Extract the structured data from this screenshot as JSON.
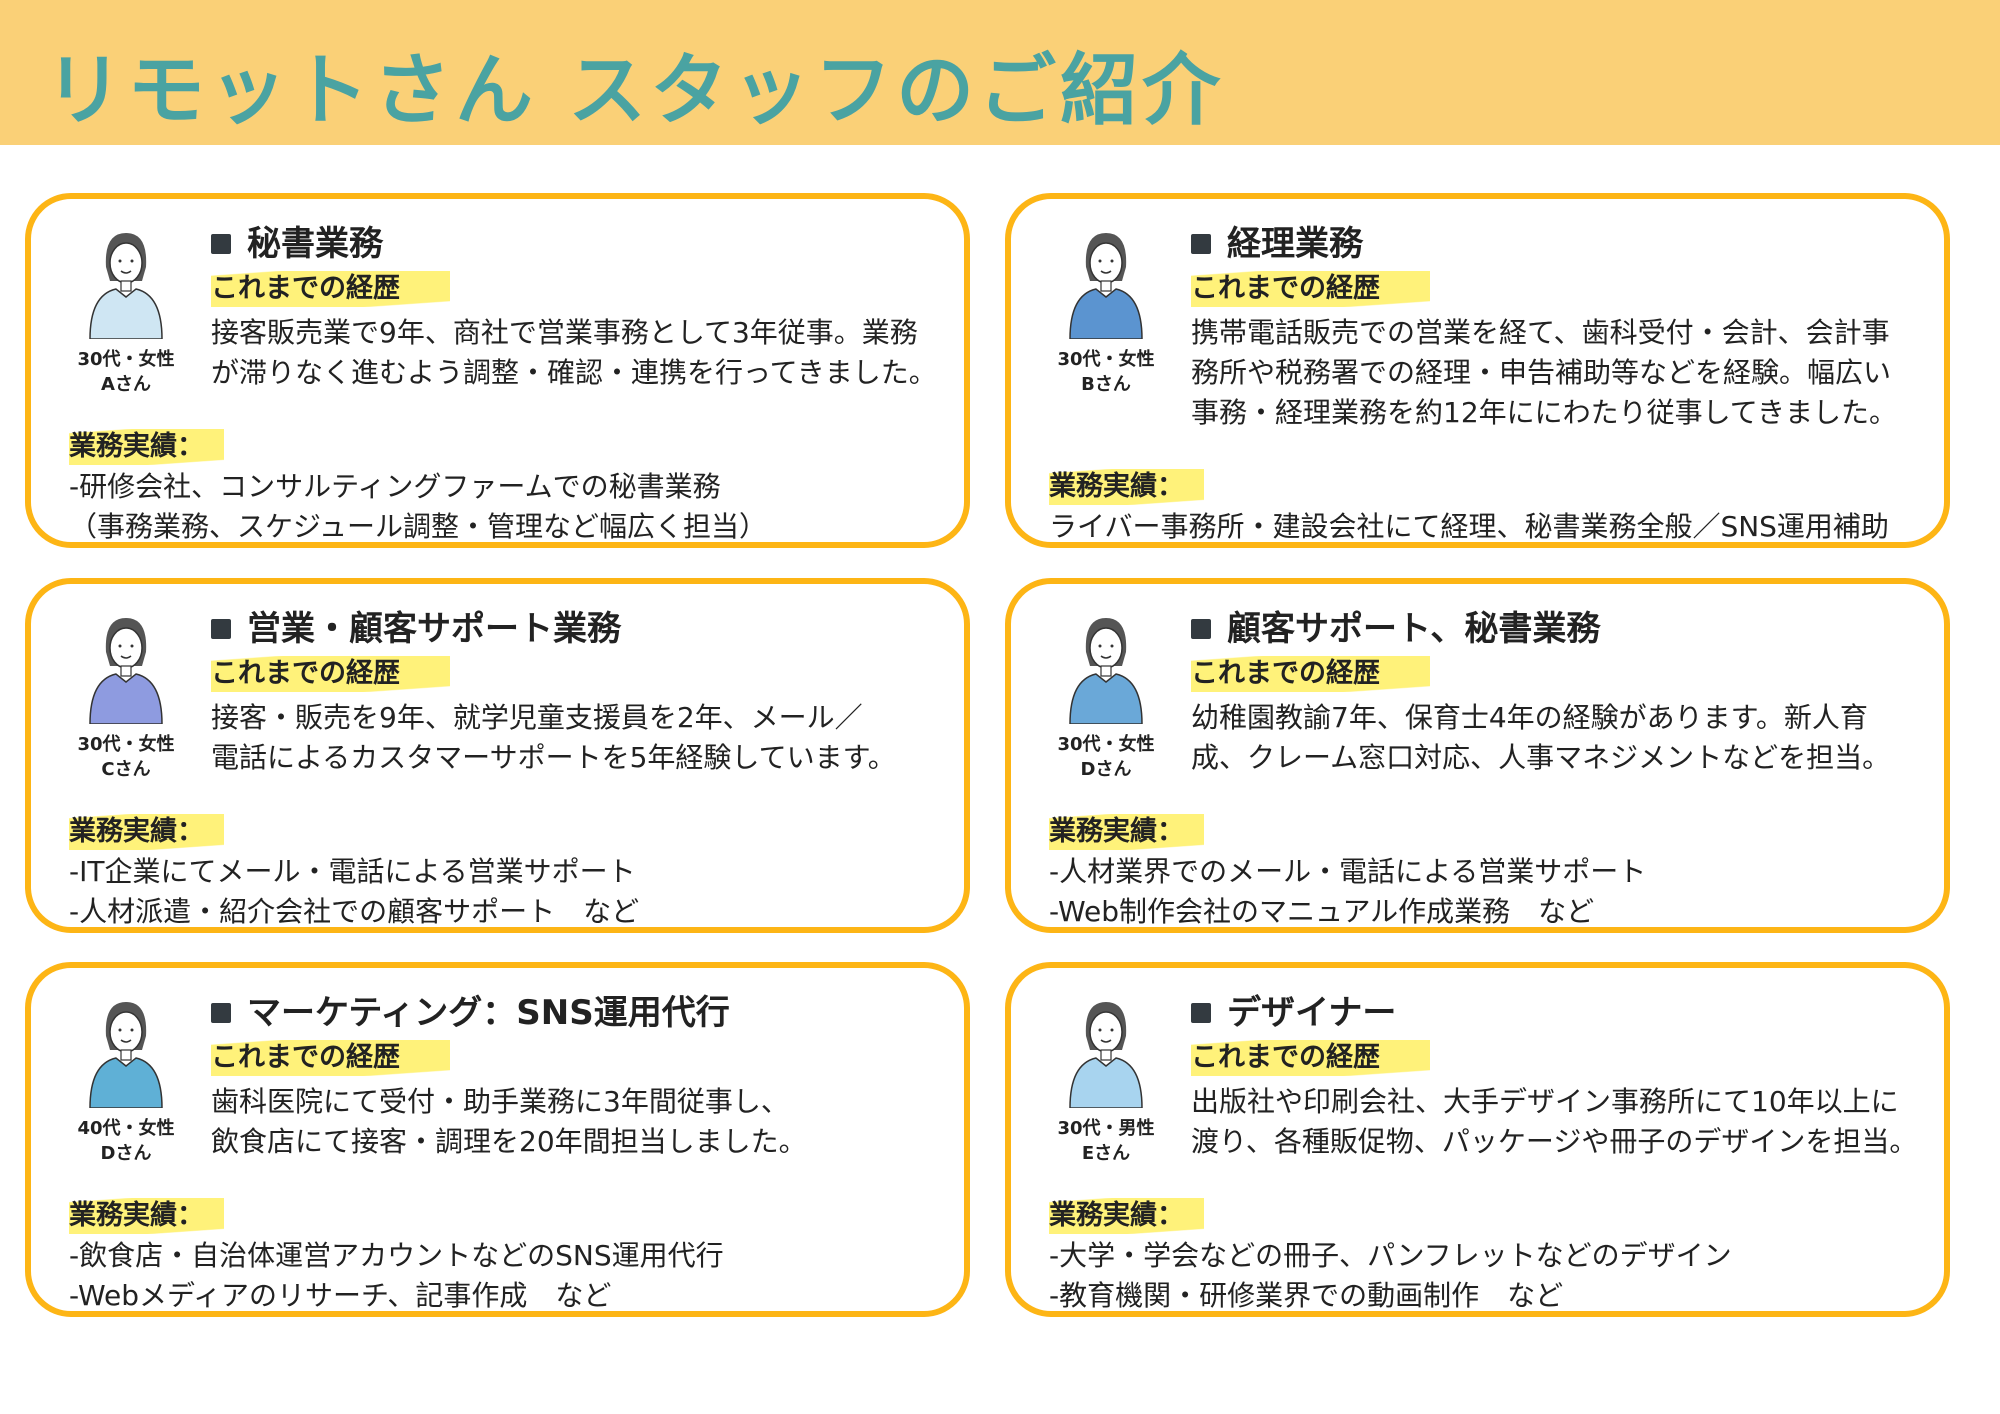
{
  "header": {
    "title": "リモットさん スタッフのご紹介"
  },
  "labels": {
    "history": "これまでの経歴",
    "achievements": "業務実績："
  },
  "colors": {
    "header_bg": "#FAD077",
    "title": "#4AA3A2",
    "card_border": "#FDB515",
    "highlight": "#FFF27A"
  },
  "cards": [
    {
      "role": "秘書業務",
      "age": "30代・女性",
      "name": "Aさん",
      "shirt": "#CFE6F3",
      "history": [
        "接客販売業で9年、商社で営業事務として3年従事。業務",
        "が滞りなく進むよう調整・確認・連携を行ってきました。"
      ],
      "achievements": [
        "-研修会社、コンサルティングファームでの秘書業務",
        "（事務業務、スケジュール調整・管理など幅広く担当）"
      ]
    },
    {
      "role": "経理業務",
      "age": "30代・女性",
      "name": "Bさん",
      "shirt": "#5B94D0",
      "history": [
        "携帯電話販売での営業を経て、歯科受付・会計、会計事",
        "務所や税務署での経理・申告補助等などを経験。幅広い",
        "事務・経理業務を約12年ににわたり従事してきました。"
      ],
      "achievements": [
        "ライバー事務所・建設会社にて経理、秘書業務全般／SNS運用補助"
      ]
    },
    {
      "role": "営業・顧客サポート業務",
      "age": "30代・女性",
      "name": "Cさん",
      "shirt": "#8E9BE0",
      "history": [
        "接客・販売を9年、就学児童支援員を2年、メール／",
        "電話によるカスタマーサポートを5年経験しています。"
      ],
      "achievements": [
        "-IT企業にてメール・電話による営業サポート",
        "-人材派遣・紹介会社での顧客サポート　など"
      ]
    },
    {
      "role": "顧客サポート、秘書業務",
      "age": "30代・女性",
      "name": "Dさん",
      "shirt": "#6AA8D8",
      "history": [
        "幼稚園教諭7年、保育士4年の経験があります。新人育",
        "成、クレーム窓口対応、人事マネジメントなどを担当。"
      ],
      "achievements": [
        "-人材業界でのメール・電話による営業サポート",
        "-Web制作会社のマニュアル作成業務　など"
      ]
    },
    {
      "role": "マーケティング：SNS運用代行",
      "age": "40代・女性",
      "name": "Dさん",
      "shirt": "#5FB0D6",
      "history": [
        "歯科医院にて受付・助手業務に3年間従事し、",
        "飲食店にて接客・調理を20年間担当しました。"
      ],
      "achievements": [
        "-飲食店・自治体運営アカウントなどのSNS運用代行",
        "-Webメディアのリサーチ、記事作成　など"
      ]
    },
    {
      "role": "デザイナー",
      "age": "30代・男性",
      "name": "Eさん",
      "shirt": "#A8D4EF",
      "history": [
        "出版社や印刷会社、大手デザイン事務所にて10年以上に",
        "渡り、各種販促物、パッケージや冊子のデザインを担当。"
      ],
      "achievements": [
        "-大学・学会などの冊子、パンフレットなどのデザイン",
        "-教育機関・研修業界での動画制作　など"
      ]
    }
  ]
}
